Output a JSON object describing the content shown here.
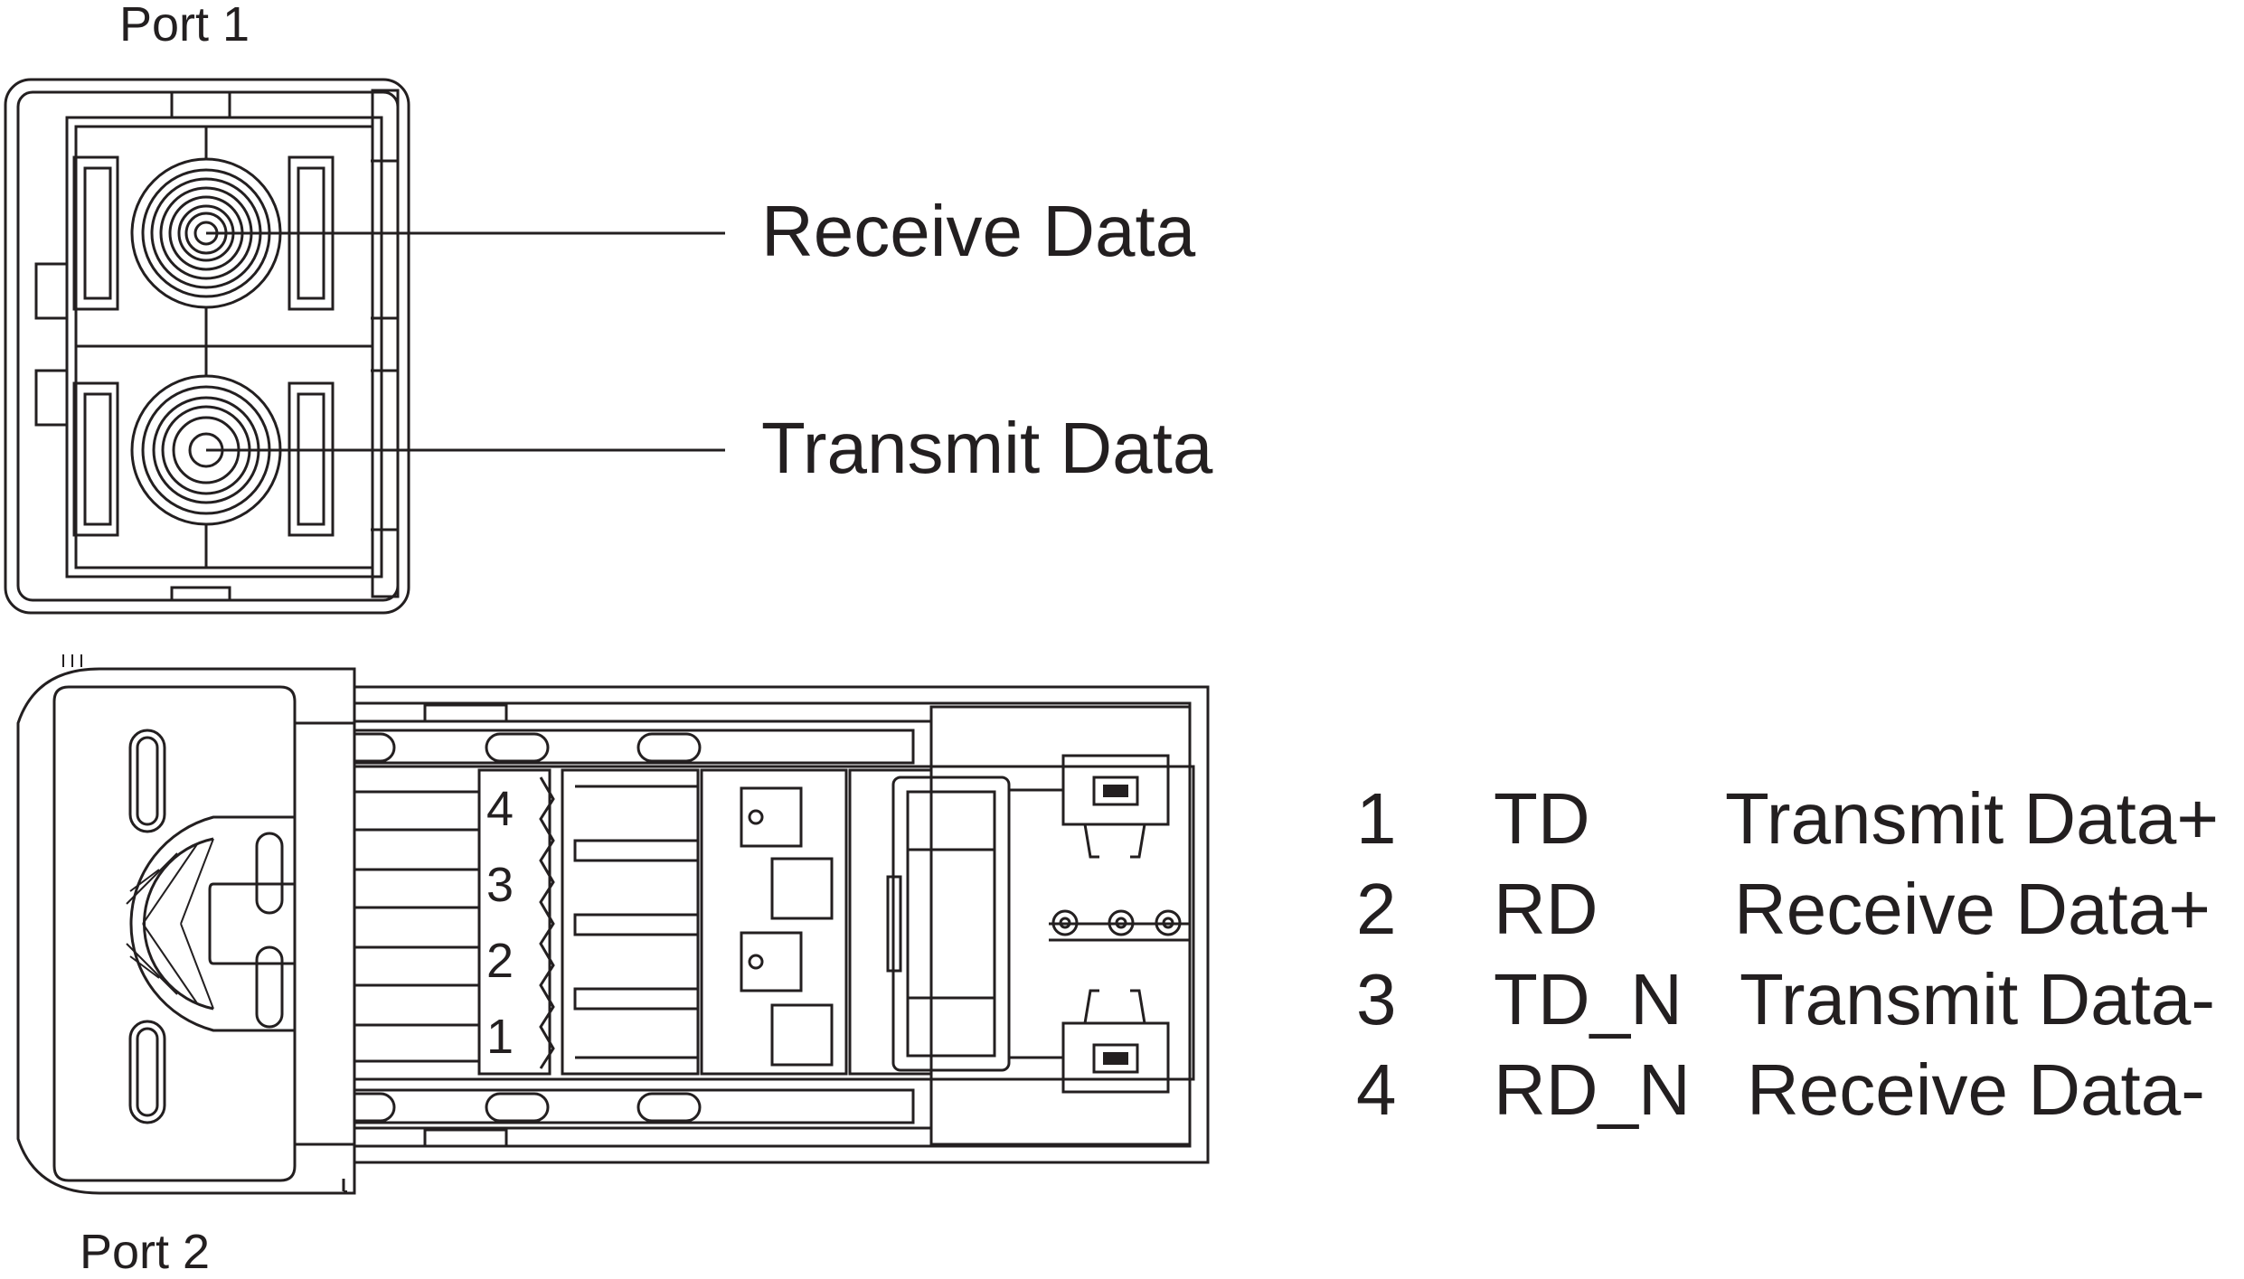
{
  "port1": {
    "label": "Port 1"
  },
  "port2": {
    "label": "Port 2"
  },
  "callouts": {
    "receive": "Receive Data",
    "transmit": "Transmit Data"
  },
  "contact_numbers": [
    "4",
    "3",
    "2",
    "1"
  ],
  "pin_table": [
    {
      "pin": "1",
      "signal": "TD",
      "description": "Transmit Data+"
    },
    {
      "pin": "2",
      "signal": "RD",
      "description": "Receive Data+"
    },
    {
      "pin": "3",
      "signal": "TD_N",
      "description": "Transmit Data-"
    },
    {
      "pin": "4",
      "signal": "RD_N",
      "description": "Receive Data-"
    }
  ],
  "colors": {
    "line": "#231f20",
    "background": "#ffffff"
  }
}
